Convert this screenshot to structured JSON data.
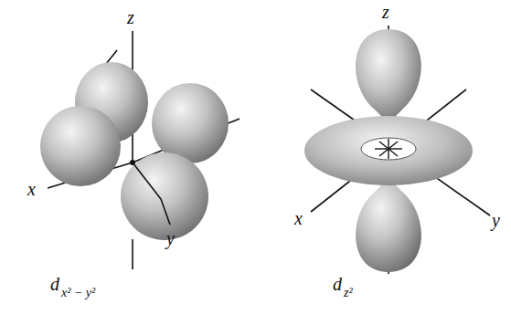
{
  "diagram": {
    "labels": [
      "z",
      "x",
      "y",
      "d",
      "x² − y²",
      "z",
      "x",
      "y",
      "d",
      "z²"
    ]
  }
}
